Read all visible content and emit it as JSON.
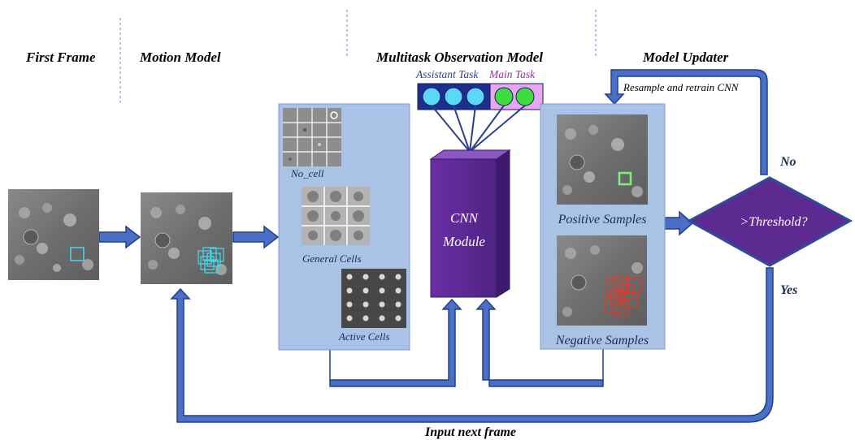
{
  "headers": {
    "first_frame": "First Frame",
    "motion_model": "Motion Model",
    "observation_model": "Multitask Observation Model",
    "model_updater": "Model Updater"
  },
  "tasks": {
    "assistant": "Assistant Task",
    "main": "Main Task"
  },
  "panel_labels": {
    "no_cell": "No_cell",
    "general_cells": "General Cells",
    "active_cells": "Active Cells"
  },
  "cnn": {
    "line1": "CNN",
    "line2": "Module"
  },
  "samples": {
    "positive": "Positive Samples",
    "negative": "Negative Samples"
  },
  "decision": {
    "label": ">Threshold?",
    "no": "No",
    "yes": "Yes"
  },
  "loop_labels": {
    "resample": "Resample and retrain CNN",
    "input_next": "Input next frame"
  },
  "colors": {
    "arrow_fill": "#4a6fc4",
    "arrow_stroke": "#1f3f8f",
    "panel_fill": "#a9c2e6",
    "cnn_purple": "#5c2a91",
    "assistant_node": "#5bd8f5",
    "main_node": "#3fdc3f",
    "main_box": "#e8a6f0",
    "positive_box": "#7cf27c",
    "negative_box": "#e23a2a",
    "track_box": "#44d7e8"
  },
  "icons": {
    "frame": "microscopy-frame-image",
    "patch": "cell-patch-image"
  }
}
